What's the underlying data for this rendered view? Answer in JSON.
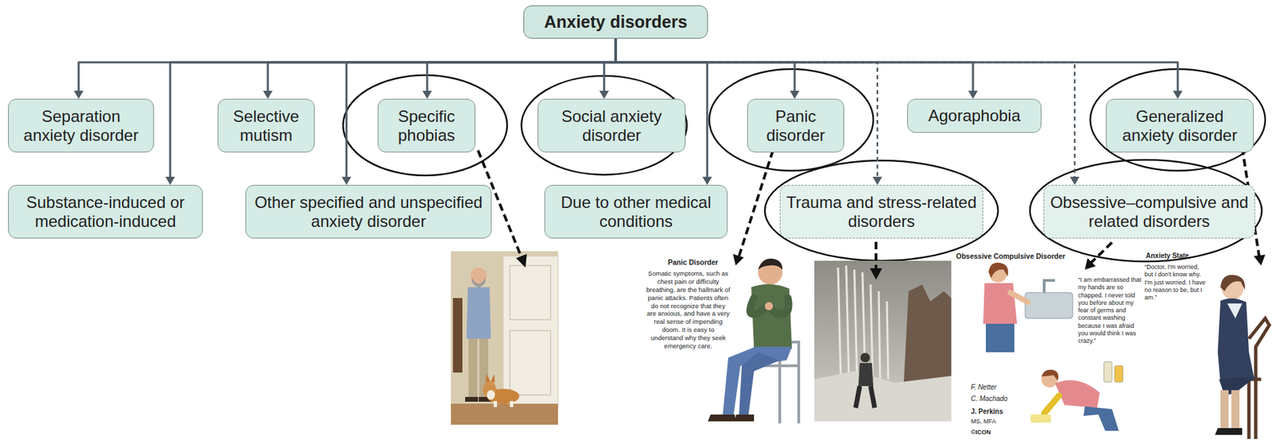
{
  "diagram": {
    "nodes": [
      {
        "text": [
          "Anxiety disorders"
        ]
      },
      {
        "text": [
          "Separation anxiety disorder"
        ]
      },
      {
        "text": [
          "Selective mutism"
        ]
      },
      {
        "text": [
          "Specific phobias"
        ]
      },
      {
        "text": [
          "Social anxiety disorder"
        ]
      },
      {
        "text": [
          "Panic disorder"
        ]
      },
      {
        "text": [
          "Agoraphobia"
        ]
      },
      {
        "text": [
          "Generalized anxiety disorder"
        ]
      },
      {
        "text": [
          "Substance-induced or medication-induced"
        ]
      },
      {
        "text": [
          "Other specified and unspecified anxiety disorder"
        ]
      },
      {
        "text": [
          "Due to other medical conditions"
        ]
      },
      {
        "text": [
          "Trauma and stress-related disorders"
        ]
      },
      {
        "text": [
          "Obsessive–compulsive and related disorders"
        ]
      }
    ],
    "edges": [
      {
        "from": 0,
        "to": 1,
        "arrow": "to"
      },
      {
        "from": 0,
        "to": 2,
        "arrow": "to"
      },
      {
        "from": 0,
        "to": 3,
        "arrow": "to"
      },
      {
        "from": 0,
        "to": 4,
        "arrow": "to"
      },
      {
        "from": 0,
        "to": 5,
        "arrow": "to"
      },
      {
        "from": 0,
        "to": 6,
        "arrow": "to"
      },
      {
        "from": 0,
        "to": 7,
        "arrow": "to"
      },
      {
        "from": 0,
        "to": 8,
        "arrow": "to"
      },
      {
        "from": 0,
        "to": 9,
        "arrow": "to"
      },
      {
        "from": 0,
        "to": 10,
        "arrow": "to"
      },
      {
        "from": 0,
        "to": 11,
        "arrow": "to"
      },
      {
        "from": 0,
        "to": 12,
        "arrow": "to"
      }
    ],
    "labels": [
      "Panic Disorder",
      "Somatic symptoms, such as chest pain or difficulty breathing, are the hallmark of panic attacks. Patients often do not recognize that they are anxious, and have a very real sense of impending doom. It is easy to understand why they seek emergency care.",
      "Obsessive Compulsive Disorder",
      "“I am embarrassed that my hands are so chapped. I never told you before about my fear of germs and constant washing because I was afraid you would think I was crazy.”",
      "Anxiety State",
      "“Doctor, I'm worried, but I don't know why. I'm just worried. I have no reason to be, but I am.”",
      "F. Netter",
      "C. Machado",
      "J. Perkins",
      "MS, MFA",
      "©ICON"
    ]
  }
}
